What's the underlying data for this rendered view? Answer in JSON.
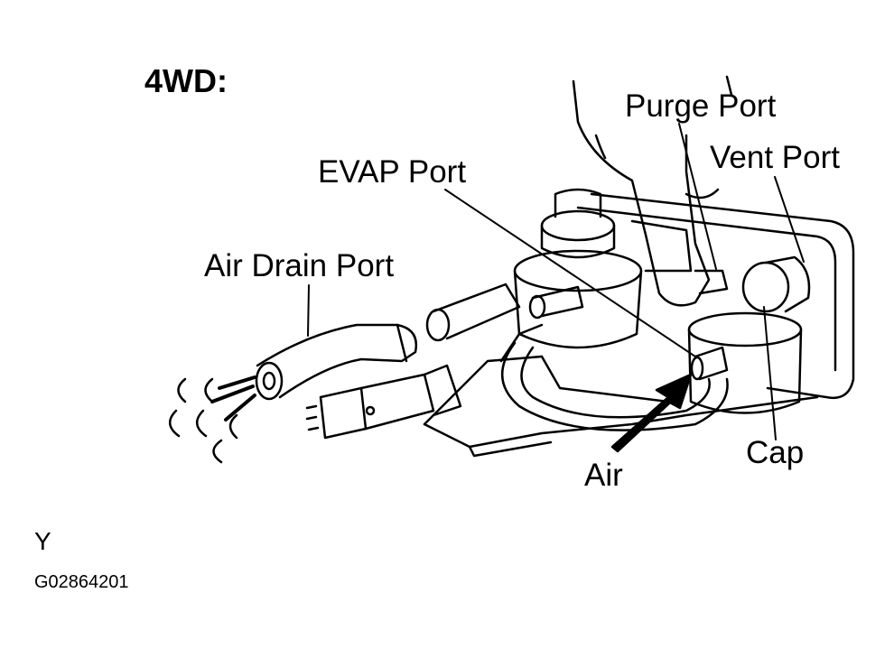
{
  "heading": "4WD:",
  "labels": {
    "purge_port": "Purge Port",
    "vent_port": "Vent Port",
    "evap_port": "EVAP Port",
    "air_drain_port": "Air Drain Port",
    "cap": "Cap",
    "air": "Air"
  },
  "footer": {
    "region_code": "Y",
    "figure_code": "G02864201"
  }
}
